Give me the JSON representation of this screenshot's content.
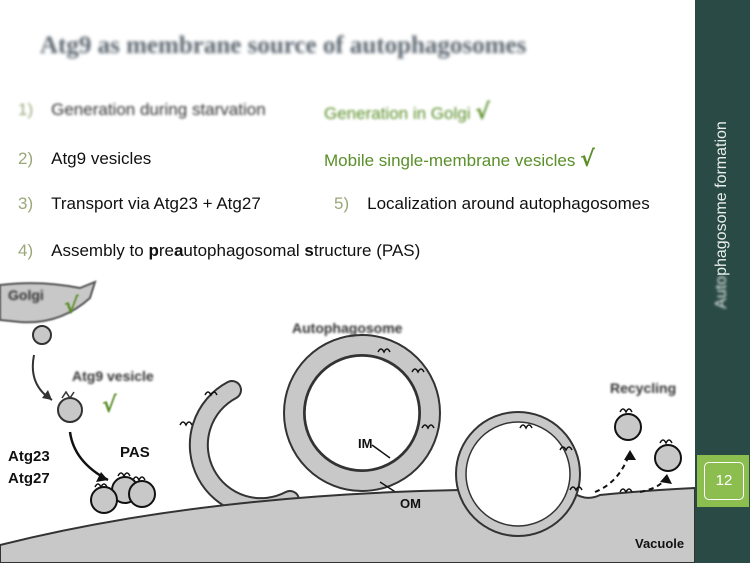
{
  "slide": {
    "title": "Atg9 as membrane source of autophagosomes",
    "items": [
      {
        "num": "1)",
        "text": "Generation during starvation"
      },
      {
        "num": "2)",
        "text": "Atg9 vesicles"
      },
      {
        "num": "3)",
        "text": "Transport via Atg23 + Atg27"
      },
      {
        "num": "4)",
        "text_parts": [
          "Assembly to ",
          "p",
          "re",
          "a",
          "utophagosomal ",
          "s",
          "tructure (PAS)"
        ]
      },
      {
        "num": "5)",
        "text": "Localization around autophagosomes"
      }
    ],
    "notes": [
      {
        "text": "Generation in Golgi",
        "mark": "√"
      },
      {
        "text": "Mobile single-membrane vesicles",
        "mark": "√"
      }
    ]
  },
  "sidebar": {
    "text_parts": [
      "Auto",
      "phagosome formation"
    ]
  },
  "page_number": "12",
  "diagram": {
    "labels": {
      "golgi": "Golgi",
      "atg9_vesicle": "Atg9 vesicle",
      "atg9_check": "√",
      "golgi_check": "√",
      "atg23": "Atg23",
      "atg27": "Atg27",
      "pas": "PAS",
      "autophagosome": "Autophagosome",
      "im": "IM",
      "om": "OM",
      "recycling": "Recycling",
      "vacuole": "Vacuole"
    }
  },
  "colors": {
    "sidebar": "#2a4a46",
    "accent_green": "#5a8f29",
    "page_box": "#8cbd4f",
    "membrane_fill": "#c8c8c8"
  }
}
